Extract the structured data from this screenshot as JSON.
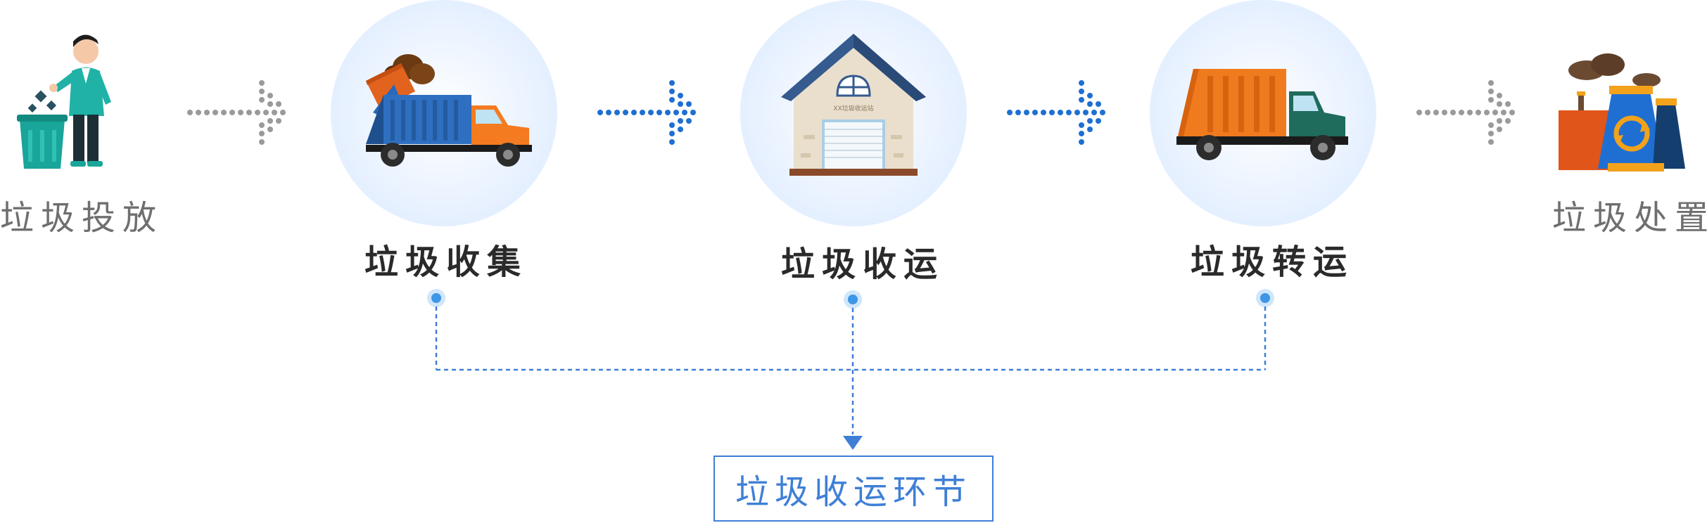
{
  "stages": {
    "disposal": {
      "label": "垃圾投放"
    },
    "collection": {
      "label": "垃圾收集"
    },
    "station": {
      "label": "垃圾收运",
      "sign": "XX垃圾收运站"
    },
    "transfer": {
      "label": "垃圾转运"
    },
    "treatment": {
      "label": "垃圾处置"
    }
  },
  "summary": {
    "label": "垃圾收运环节"
  },
  "colors": {
    "accent": "#3f7fd6",
    "arrow_blue": "#1f6fd2",
    "arrow_gray": "#9a9a9a"
  }
}
